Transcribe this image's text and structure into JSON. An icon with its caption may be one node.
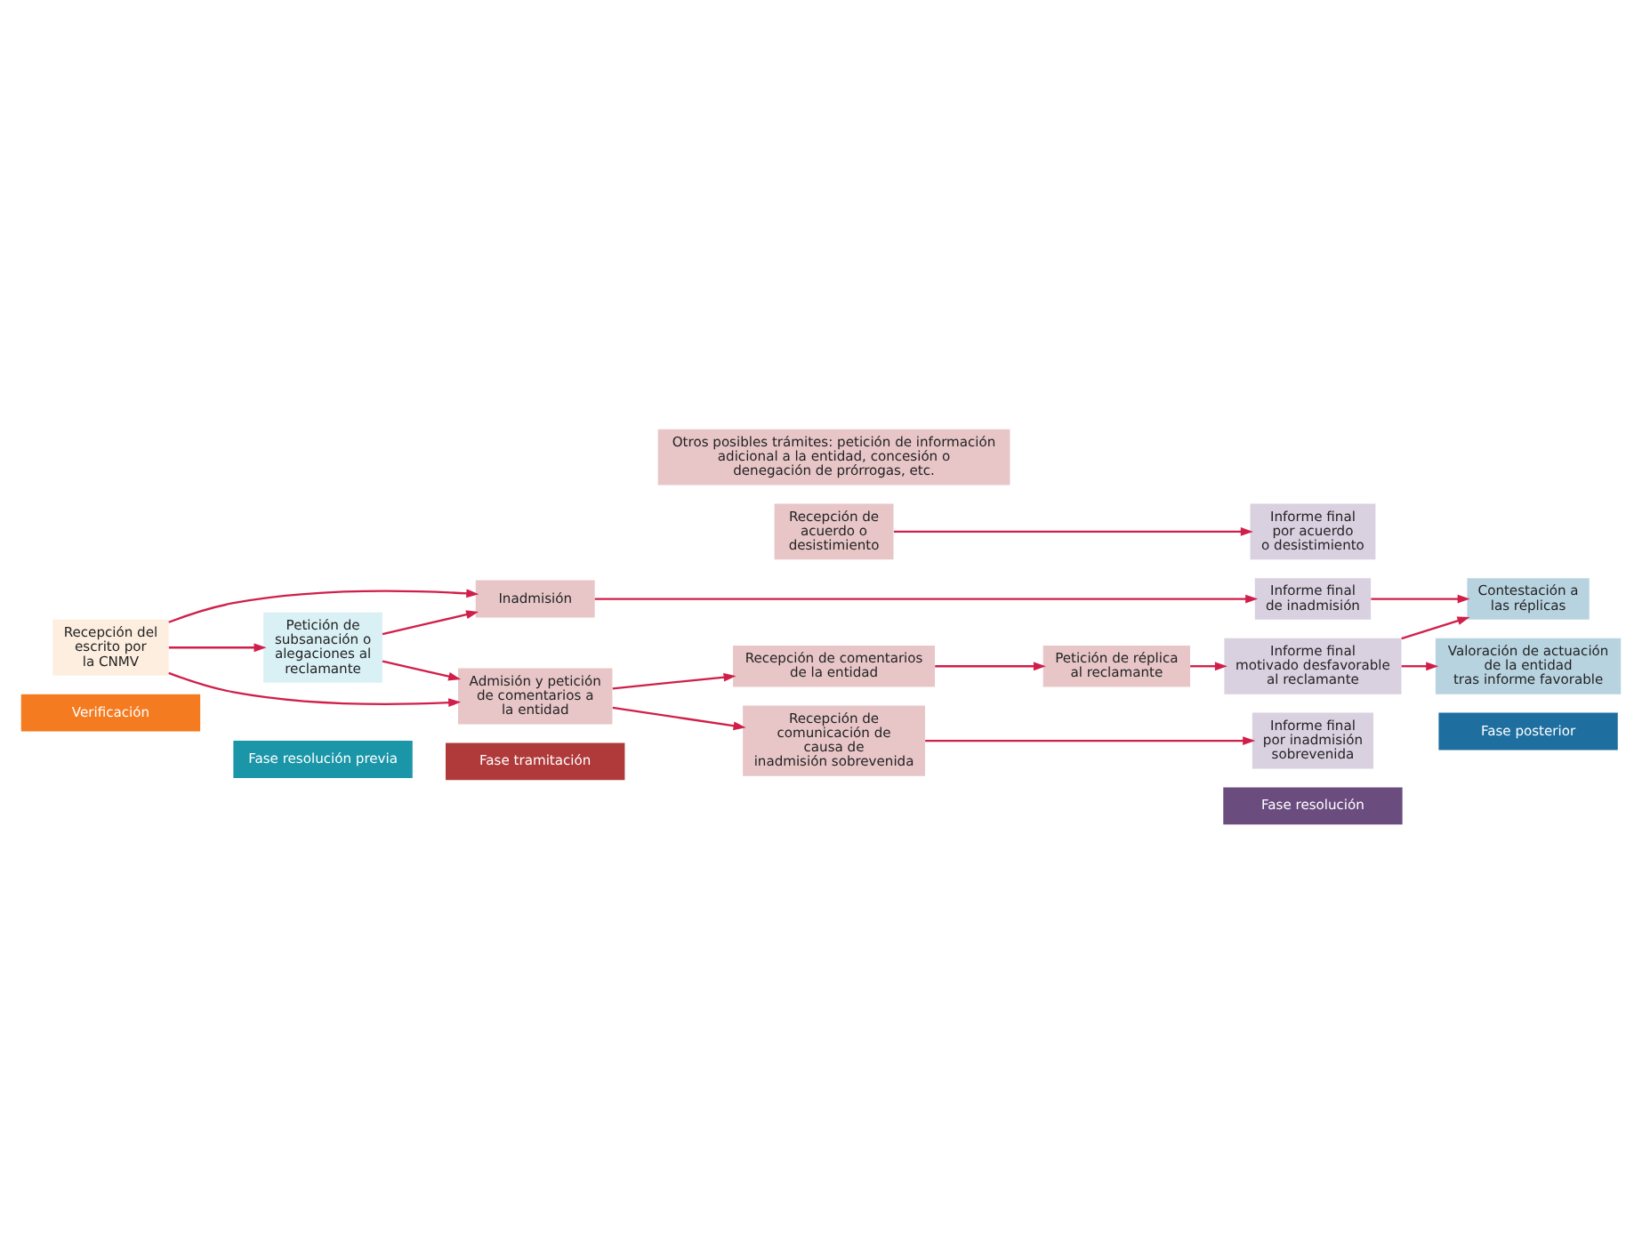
{
  "diagram": {
    "nodes": [
      {
        "text": [
          "Verificación"
        ]
      },
      {
        "text": [
          "Fase resolución previa"
        ]
      },
      {
        "text": [
          "Fase tramitación"
        ]
      },
      {
        "text": [
          "Fase resolución"
        ]
      },
      {
        "text": [
          "Fase posterior"
        ]
      },
      {
        "text": [
          "Inadmisión"
        ]
      },
      {
        "text": [
          "Informe final de inadmisión"
        ]
      },
      {
        "text": [
          "Contestación a las réplicas"
        ]
      },
      {
        "text": [
          "Petición de subsanación o alegaciones al reclamante"
        ]
      },
      {
        "text": [
          "Recepción de comentarios de la entidad"
        ]
      },
      {
        "text": [
          "Petición de réplica al reclamante"
        ]
      },
      {
        "text": [
          "Informe final motivado desfavorable al reclamante"
        ]
      },
      {
        "text": [
          "Valoración de actuación de la entidad tras informe favorable"
        ]
      },
      {
        "text": [
          "Recepción del escrito por la CNMV"
        ]
      },
      {
        "text": [
          "Admisión y petición de comentarios a la entidad"
        ]
      },
      {
        "text": [
          "Recepción de acuerdo o desistimiento"
        ]
      },
      {
        "text": [
          "Informe final por acuerdo o desistimiento"
        ]
      },
      {
        "text": [
          "Recepción de comunicación de causa de inadmisión sobrevenida"
        ]
      },
      {
        "text": [
          "Informe final por inadmisión sobrevenida"
        ]
      },
      {
        "text": [
          "Otros posibles trámites: petición de información adicional a la entidad, concesión o denegación de prórrogas, etc."
        ]
      }
    ],
    "edges": [
      {
        "from": 13,
        "to": 5,
        "arrow": "to"
      },
      {
        "from": 13,
        "to": 8,
        "arrow": "to"
      },
      {
        "from": 13,
        "to": 14,
        "arrow": "to"
      },
      {
        "from": 8,
        "to": 5,
        "arrow": "to"
      },
      {
        "from": 8,
        "to": 14,
        "arrow": "to"
      },
      {
        "from": 5,
        "to": 6,
        "arrow": "to"
      },
      {
        "from": 14,
        "to": 9,
        "arrow": "to"
      },
      {
        "from": 14,
        "to": 17,
        "arrow": "to"
      },
      {
        "from": 9,
        "to": 10,
        "arrow": "to"
      },
      {
        "from": 10,
        "to": 11,
        "arrow": "to"
      },
      {
        "from": 6,
        "to": 7,
        "arrow": "to"
      },
      {
        "from": 11,
        "to": 7,
        "arrow": "to"
      },
      {
        "from": 11,
        "to": 12,
        "arrow": "to"
      },
      {
        "from": 15,
        "to": 16,
        "arrow": "to"
      },
      {
        "from": 17,
        "to": 18,
        "arrow": "to"
      }
    ]
  }
}
